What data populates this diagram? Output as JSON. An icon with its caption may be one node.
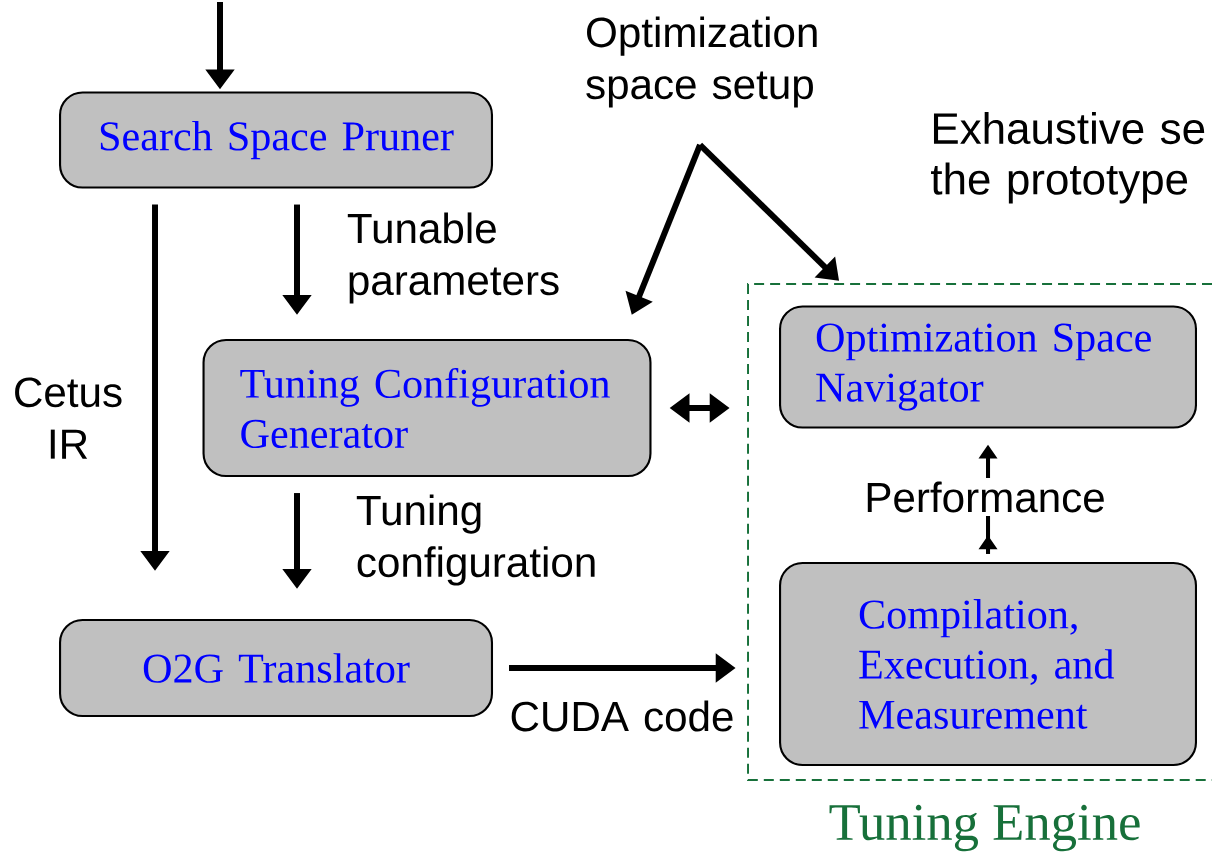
{
  "diagram": {
    "nodes": [
      {
        "text": [
          "Optimization space setup"
        ]
      },
      {
        "text": [
          "Search Space Pruner"
        ]
      },
      {
        "text": [
          "Tuning Configuration Generator"
        ]
      },
      {
        "text": [
          "Tuning Engine"
        ]
      },
      {
        "text": [
          "Optimization Space Navigator"
        ],
        "in": 3
      },
      {
        "text": [
          "Compilation, Execution, and Measurement"
        ],
        "in": 3
      },
      {
        "text": [
          "O2G Translator"
        ]
      }
    ],
    "edges": [
      {
        "from": null,
        "to": 1,
        "arrow": "to"
      },
      {
        "from": 1,
        "to": 2,
        "arrow": "to",
        "label": "Tunable parameters"
      },
      {
        "from": 1,
        "to": 6,
        "arrow": "to",
        "label": "Cetus IR"
      },
      {
        "from": 0,
        "to": 2,
        "arrow": "to"
      },
      {
        "from": 0,
        "to": 3,
        "arrow": "to"
      },
      {
        "from": 2,
        "to": 3,
        "arrow": "both"
      },
      {
        "from": 2,
        "to": 6,
        "arrow": "to",
        "label": "Tuning configuration"
      },
      {
        "from": 6,
        "to": 3,
        "arrow": "to",
        "label": "CUDA code"
      },
      {
        "from": 5,
        "to": 4,
        "arrow": "to",
        "label": "Performance"
      }
    ],
    "labels": [
      "Exhaustive se",
      "the prototype"
    ]
  }
}
